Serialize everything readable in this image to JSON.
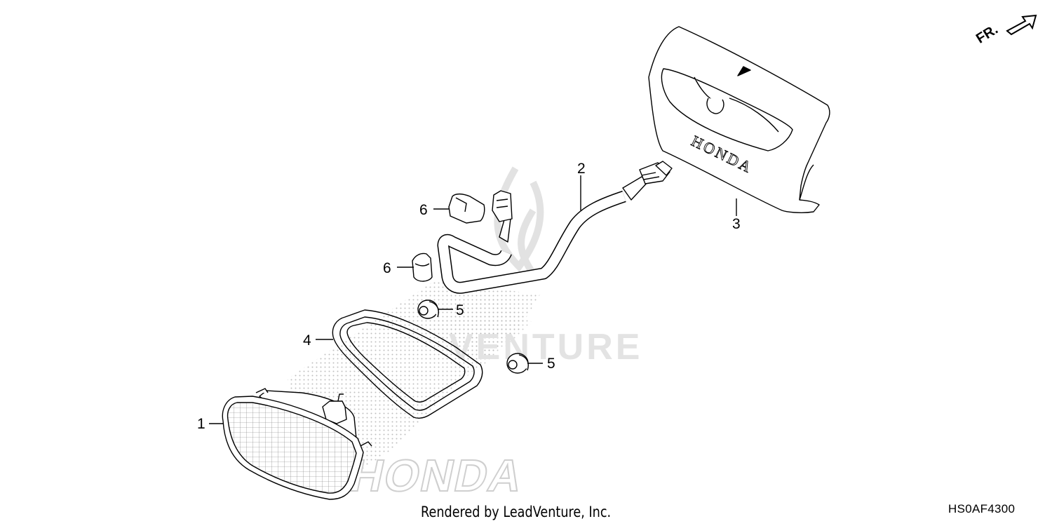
{
  "direction_indicator": {
    "label": "FR."
  },
  "callouts": [
    {
      "id": "1",
      "label": "1"
    },
    {
      "id": "2",
      "label": "2"
    },
    {
      "id": "3",
      "label": "3"
    },
    {
      "id": "4",
      "label": "4"
    },
    {
      "id": "5a",
      "label": "5"
    },
    {
      "id": "5b",
      "label": "5"
    },
    {
      "id": "6a",
      "label": "6"
    },
    {
      "id": "6b",
      "label": "6"
    }
  ],
  "cover_emboss": "HONDA",
  "watermark": {
    "wordmark": "HONDA",
    "text": "VENTURE"
  },
  "footer": {
    "credit": "Rendered by LeadVenture, Inc.",
    "diagram_code": "HS0AF4300"
  },
  "colors": {
    "line": "#000000",
    "background": "#ffffff",
    "watermark": "#d9d9d9",
    "stipple": "#bdbdbd"
  }
}
